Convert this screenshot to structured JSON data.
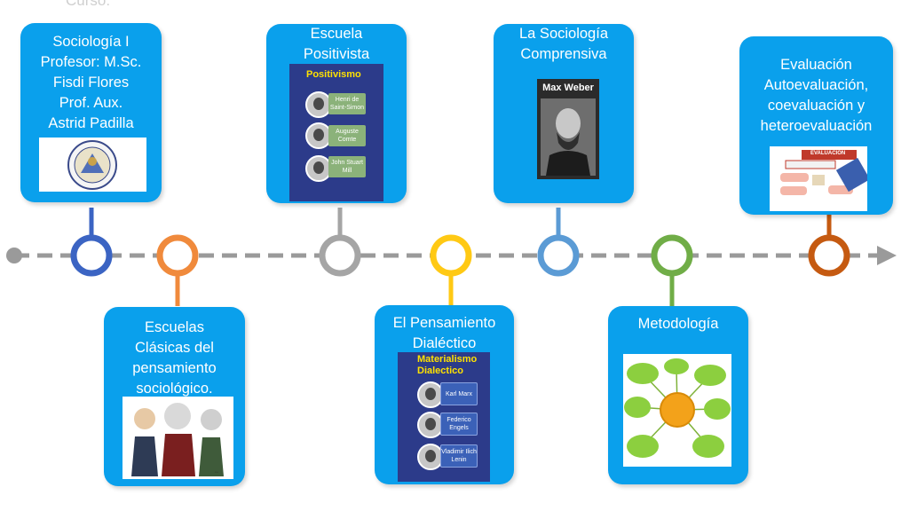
{
  "header": {
    "cut_text": "Curso:"
  },
  "colors": {
    "card_bg": "#0aa0ec",
    "line": "#9a9a9a",
    "ring_colors": [
      "#3b64c3",
      "#f08a3c",
      "#a5a5a5",
      "#ffc914",
      "#5b9bd5",
      "#70ad47",
      "#c55a11"
    ]
  },
  "cards": {
    "c1": {
      "text": "Sociología I\nProfesor: M.Sc.\nFisdi Flores\nProf. Aux.\nAstrid Padilla"
    },
    "c2": {
      "text": "Escuelas\nClásicas del\npensamiento\nsociológico."
    },
    "c3": {
      "text": "Escuela\nPositivista",
      "thumb_title": "Positivismo",
      "names": [
        "Henri de Saint-Simon",
        "Auguste Comte",
        "John Stuart Mill"
      ]
    },
    "c4": {
      "text": "El Pensamiento\nDialéctico",
      "thumb_title": "Materialismo Dialectico",
      "names": [
        "Karl Marx",
        "Federico Engels",
        "Vladimir Ilich Lenin"
      ]
    },
    "c5": {
      "text": "La Sociología\nComprensiva",
      "thumb_title": "Max Weber"
    },
    "c6": {
      "text": "Metodología"
    },
    "c7": {
      "text": "Evaluación\nAutoevaluación,\ncoevaluación y\nheteroevaluación",
      "thumb_title": "EVALUACIÓN"
    }
  }
}
